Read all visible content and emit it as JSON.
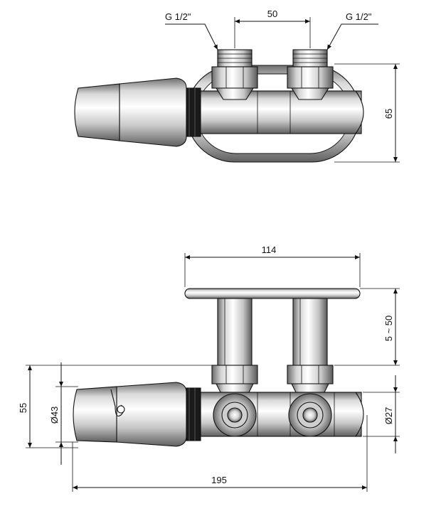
{
  "top_view": {
    "thread_left": "G 1/2\"",
    "thread_right": "G 1/2\"",
    "spacing": "50",
    "height": "65"
  },
  "front_view": {
    "plate_width": "114",
    "wall_distance": "5 ~ 50",
    "total_height": "55",
    "head_diameter": "Ø43",
    "body_diameter": "Ø27",
    "total_length": "195"
  },
  "colors": {
    "line": "#111111",
    "metal_light": "#f2f2f2",
    "metal_mid": "#cfcfcf",
    "metal_dark": "#8a8a8a",
    "ring_black": "#1a1a1a"
  }
}
